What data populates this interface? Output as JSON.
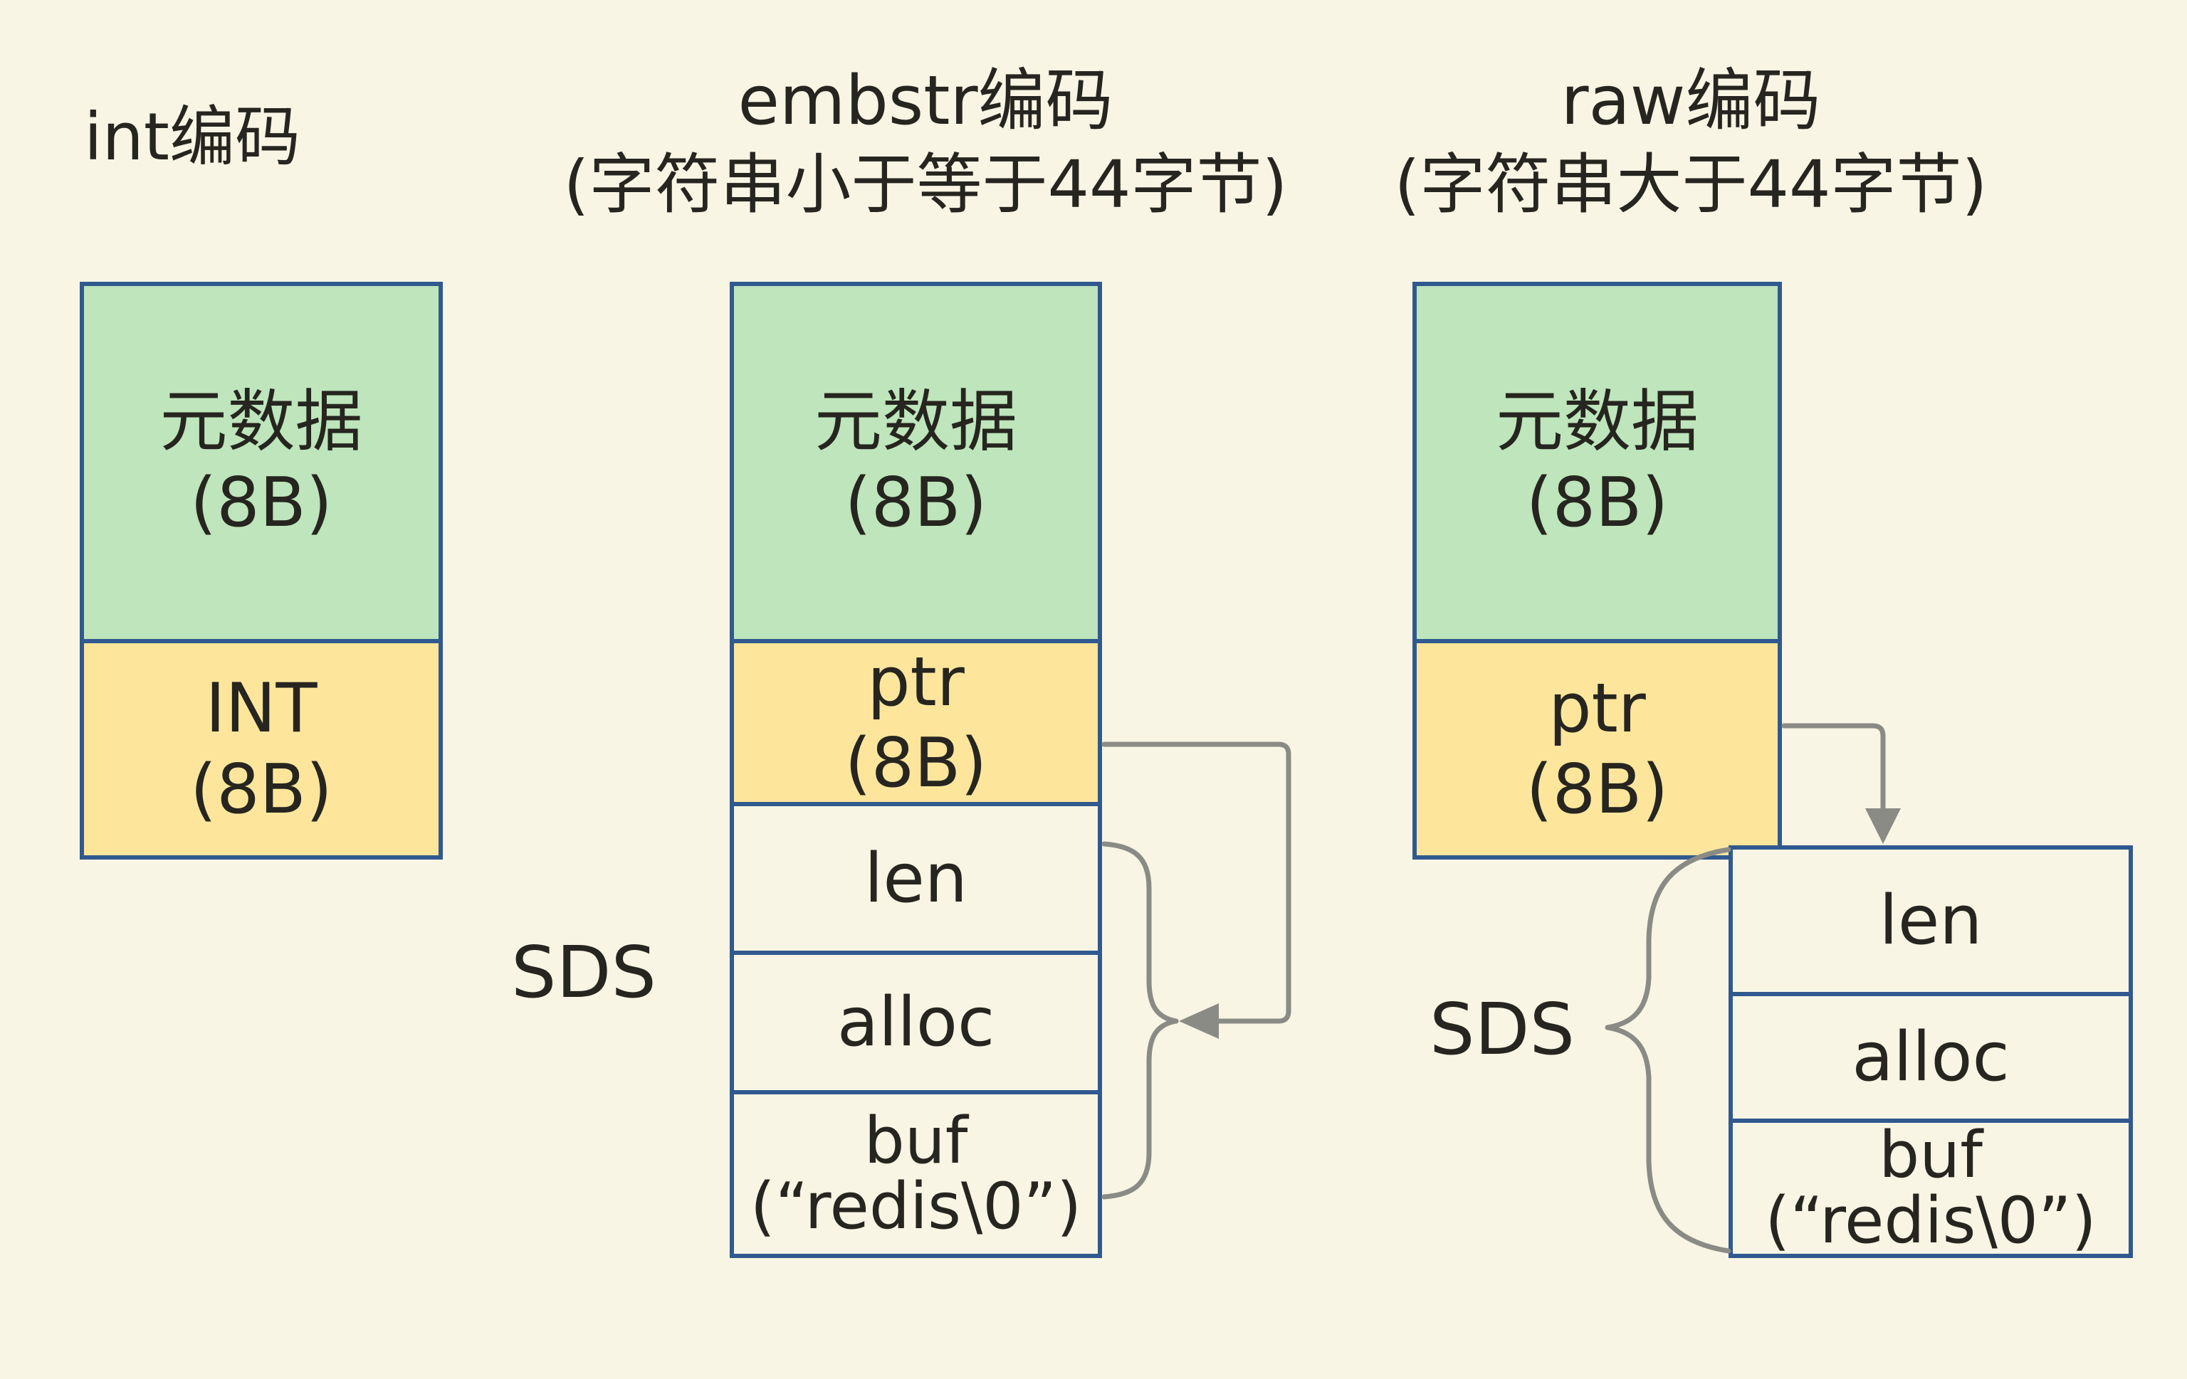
{
  "palette": {
    "background": "#f8f5e4",
    "border_blue": "#30598f",
    "metadata_green": "#bee5bb",
    "pointer_yellow": "#fde69c",
    "connector_gray": "#8b8b85",
    "text_color": "#26251f"
  },
  "headers": {
    "int": {
      "title": "int编码"
    },
    "embstr": {
      "title": "embstr编码",
      "subtitle": "(字符串小于等于44字节)"
    },
    "raw": {
      "title": "raw编码",
      "subtitle": "(字符串大于44字节)"
    }
  },
  "int_column": {
    "metadata_label": "元数据",
    "metadata_size": "(8B)",
    "int_label": "INT",
    "int_size": "(8B)"
  },
  "embstr_column": {
    "metadata_label": "元数据",
    "metadata_size": "(8B)",
    "ptr_label": "ptr",
    "ptr_size": "(8B)",
    "len_label": "len",
    "alloc_label": "alloc",
    "buf_label": "buf",
    "buf_value": "(“redis\\0”)",
    "sds_label": "SDS"
  },
  "raw_column": {
    "metadata_label": "元数据",
    "metadata_size": "(8B)",
    "ptr_label": "ptr",
    "ptr_size": "(8B)",
    "len_label": "len",
    "alloc_label": "alloc",
    "buf_label": "buf",
    "buf_value": "(“redis\\0”)",
    "sds_label": "SDS"
  }
}
